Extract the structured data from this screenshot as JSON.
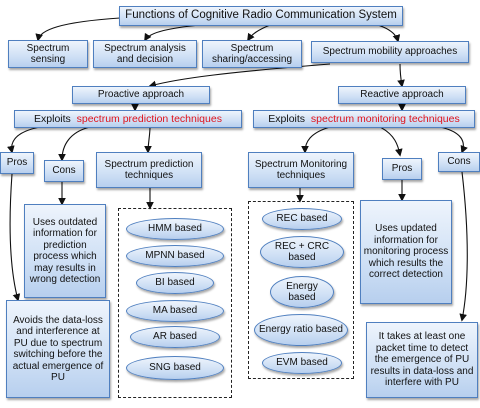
{
  "title": "Functions of Cognitive Radio Communication System",
  "functions": {
    "sensing": "Spectrum sensing",
    "analysis": "Spectrum analysis and decision",
    "sharing": "Spectrum sharing/accessing",
    "mobility": "Spectrum mobility approaches"
  },
  "proactive": {
    "label": "Proactive approach",
    "exploits_prefix": "Exploits ",
    "exploits_highlight": "spectrum prediction techniques",
    "pros_label": "Pros",
    "cons_label": "Cons",
    "techniques_label": "Spectrum prediction techniques",
    "cons_text": "Uses outdated information for prediction process which may results in wrong detection",
    "pros_text": "Avoids the data-loss and interference at PU due to spectrum switching before the actual emergence of PU",
    "techniques": [
      "HMM based",
      "MPNN based",
      "BI based",
      "MA based",
      "AR based",
      "SNG based"
    ]
  },
  "reactive": {
    "label": "Reactive approach",
    "exploits_prefix": "Exploits ",
    "exploits_highlight": "spectrum monitoring techniques",
    "techniques_label": "Spectrum Monitoring techniques",
    "pros_label": "Pros",
    "cons_label": "Cons",
    "pros_text": "Uses updated information for monitoring process which results the correct detection",
    "cons_text": "It takes at least one packet time to detect the emergence of PU results in data-loss and interfere with PU",
    "techniques": [
      "REC based",
      "REC + CRC based",
      "Energy based",
      "Energy ratio based",
      "EVM based"
    ]
  },
  "colors": {
    "box_border": "#4f7fbf",
    "box_fill": "#cfe0f5",
    "highlight": "#e0131c",
    "line": "#111111"
  }
}
